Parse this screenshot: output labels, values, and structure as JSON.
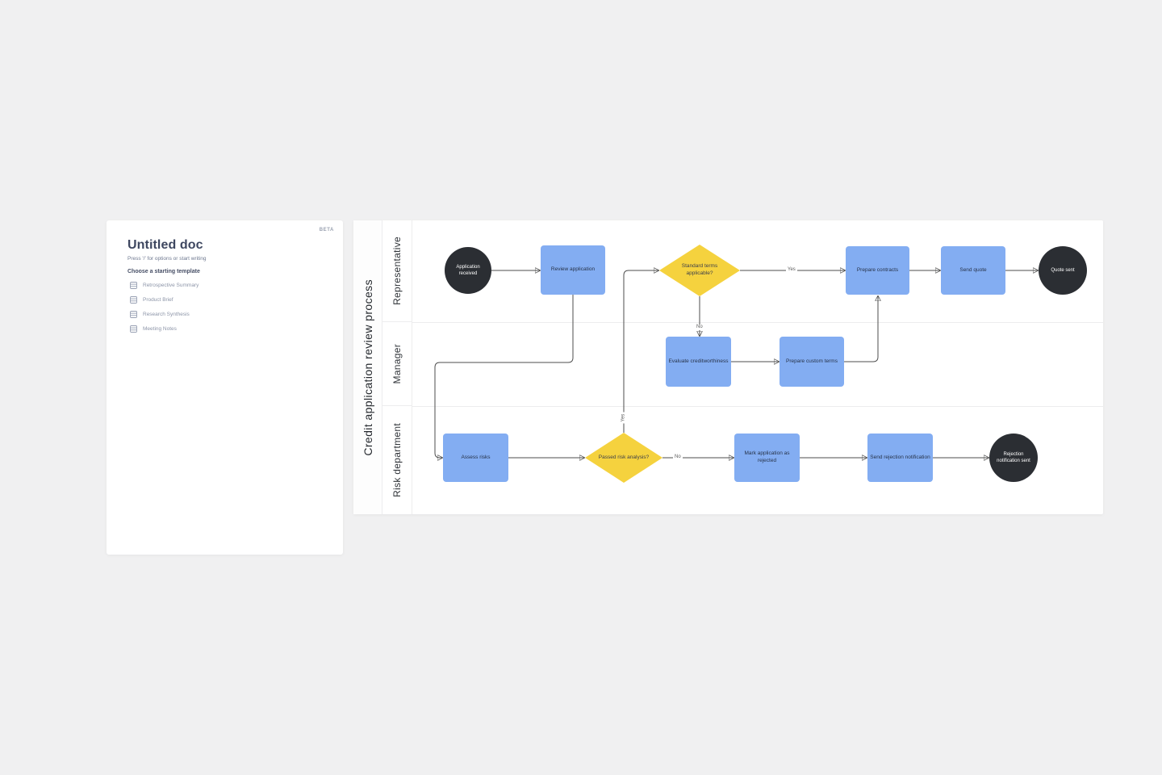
{
  "doc_panel": {
    "beta_label": "BETA",
    "title": "Untitled doc",
    "placeholder": "Press '/' for options or start writing",
    "templates_heading": "Choose a starting template",
    "templates": [
      {
        "label": "Retrospective Summary"
      },
      {
        "label": "Product Brief"
      },
      {
        "label": "Research Synthesis"
      },
      {
        "label": "Meeting Notes"
      }
    ]
  },
  "diagram": {
    "title": "Credit application review process",
    "lanes": [
      {
        "label": "Representative"
      },
      {
        "label": "Manager"
      },
      {
        "label": "Risk department"
      }
    ],
    "nodes": {
      "application_received": "Application received",
      "review_application": "Review application",
      "standard_terms": "Standard terms applicable?",
      "prepare_contracts": "Prepare contracts",
      "send_quote": "Send quote",
      "quote_sent": "Quote sent",
      "evaluate_creditworthiness": "Evaluate creditworthiness",
      "prepare_custom_terms": "Prepare custom terms",
      "assess_risks": "Assess risks",
      "passed_risk": "Passed risk analysis?",
      "mark_rejected": "Mark application as rejected",
      "send_rejection": "Send rejection notification",
      "rejection_sent": "Rejection notification sent"
    },
    "edge_labels": {
      "standard_terms_yes": "Yes",
      "standard_terms_no": "No",
      "passed_risk_yes": "Yes",
      "passed_risk_no": "No"
    },
    "colors": {
      "task_fill": "#83adf2",
      "decision_fill": "#f5d23e",
      "terminal_fill": "#2b2e33",
      "edge": "#4d4d4d"
    }
  }
}
